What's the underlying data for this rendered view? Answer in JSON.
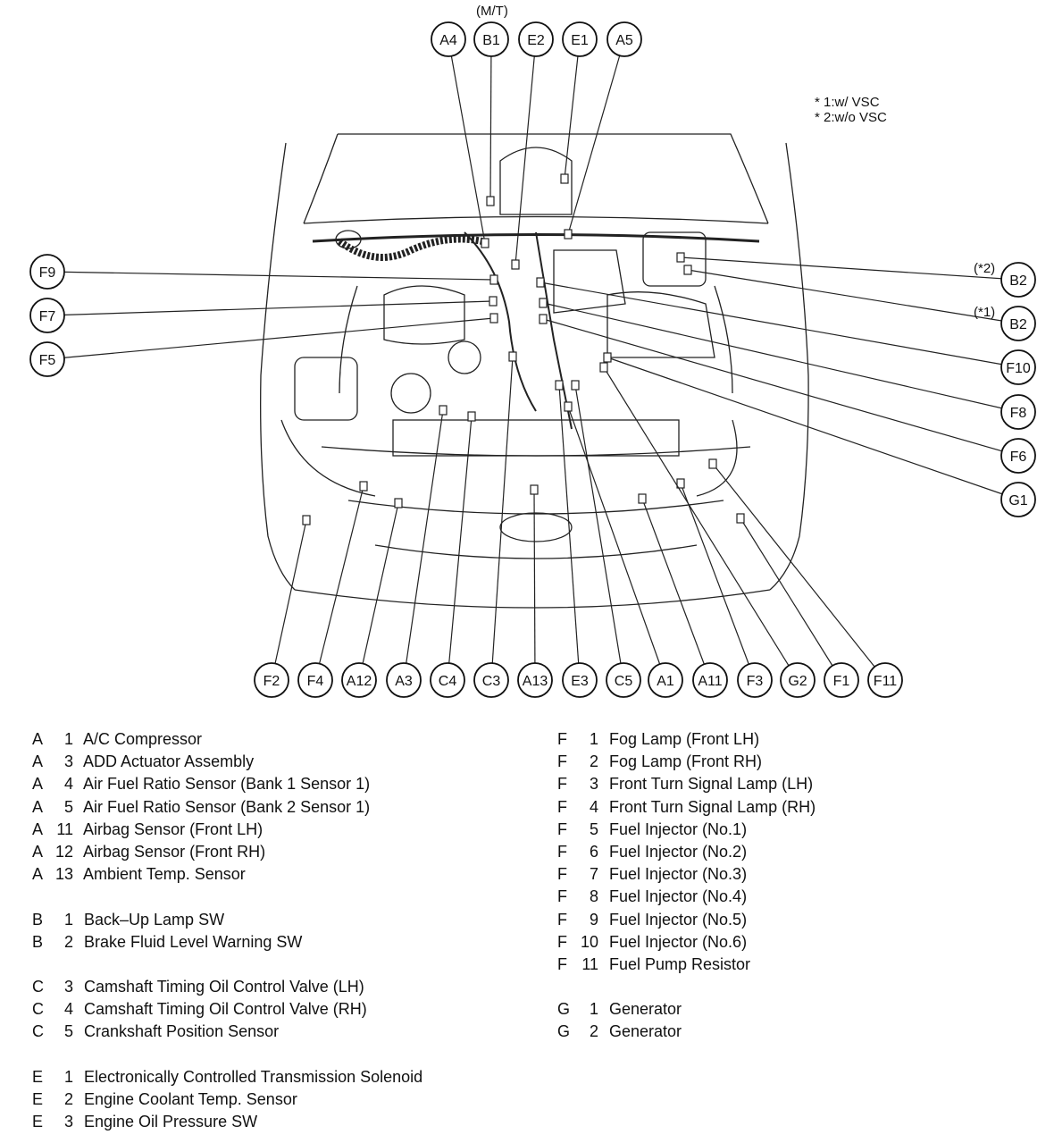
{
  "notes": [
    "* 1:w/ VSC",
    "* 2:w/o VSC"
  ],
  "top_note": "(M/T)",
  "callout_notes": {
    "b2_upper": "(*2)",
    "b2_lower": "(*1)"
  },
  "connectors": {
    "top": [
      "A4",
      "B1",
      "E2",
      "E1",
      "A5"
    ],
    "left": [
      "F9",
      "F7",
      "F5"
    ],
    "right": [
      "B2",
      "B2",
      "F10",
      "F8",
      "F6",
      "G1"
    ],
    "bottom": [
      "F2",
      "F4",
      "A12",
      "A3",
      "C4",
      "C3",
      "A13",
      "E3",
      "C5",
      "A1",
      "A11",
      "F3",
      "G2",
      "F1",
      "F11"
    ]
  },
  "legend_left": [
    {
      "letter": "A",
      "num": "1",
      "name": "A/C Compressor"
    },
    {
      "letter": "A",
      "num": "3",
      "name": "ADD Actuator Assembly"
    },
    {
      "letter": "A",
      "num": "4",
      "name": "Air Fuel Ratio Sensor (Bank 1 Sensor 1)"
    },
    {
      "letter": "A",
      "num": "5",
      "name": "Air Fuel Ratio Sensor (Bank 2 Sensor 1)"
    },
    {
      "letter": "A",
      "num": "11",
      "name": "Airbag Sensor (Front LH)"
    },
    {
      "letter": "A",
      "num": "12",
      "name": "Airbag Sensor (Front RH)"
    },
    {
      "letter": "A",
      "num": "13",
      "name": "Ambient Temp. Sensor"
    },
    {
      "gap": true
    },
    {
      "letter": "B",
      "num": "1",
      "name": "Back–Up Lamp SW"
    },
    {
      "letter": "B",
      "num": "2",
      "name": "Brake Fluid Level Warning SW"
    },
    {
      "gap": true
    },
    {
      "letter": "C",
      "num": "3",
      "name": "Camshaft Timing Oil Control Valve (LH)"
    },
    {
      "letter": "C",
      "num": "4",
      "name": "Camshaft Timing Oil Control Valve (RH)"
    },
    {
      "letter": "C",
      "num": "5",
      "name": "Crankshaft Position Sensor"
    },
    {
      "gap": true
    },
    {
      "letter": "E",
      "num": "1",
      "name": "Electronically Controlled Transmission Solenoid"
    },
    {
      "letter": "E",
      "num": "2",
      "name": "Engine Coolant Temp. Sensor"
    },
    {
      "letter": "E",
      "num": "3",
      "name": "Engine Oil Pressure SW"
    }
  ],
  "legend_right": [
    {
      "letter": "F",
      "num": "1",
      "name": "Fog Lamp (Front LH)"
    },
    {
      "letter": "F",
      "num": "2",
      "name": "Fog Lamp (Front RH)"
    },
    {
      "letter": "F",
      "num": "3",
      "name": "Front Turn Signal Lamp (LH)"
    },
    {
      "letter": "F",
      "num": "4",
      "name": "Front Turn Signal Lamp (RH)"
    },
    {
      "letter": "F",
      "num": "5",
      "name": "Fuel Injector (No.1)"
    },
    {
      "letter": "F",
      "num": "6",
      "name": "Fuel Injector (No.2)"
    },
    {
      "letter": "F",
      "num": "7",
      "name": "Fuel Injector (No.3)"
    },
    {
      "letter": "F",
      "num": "8",
      "name": "Fuel Injector (No.4)"
    },
    {
      "letter": "F",
      "num": "9",
      "name": "Fuel Injector (No.5)"
    },
    {
      "letter": "F",
      "num": "10",
      "name": "Fuel Injector (No.6)"
    },
    {
      "letter": "F",
      "num": "11",
      "name": "Fuel Pump Resistor"
    },
    {
      "gap": true
    },
    {
      "letter": "G",
      "num": "1",
      "name": "Generator"
    },
    {
      "letter": "G",
      "num": "2",
      "name": "Generator"
    }
  ]
}
